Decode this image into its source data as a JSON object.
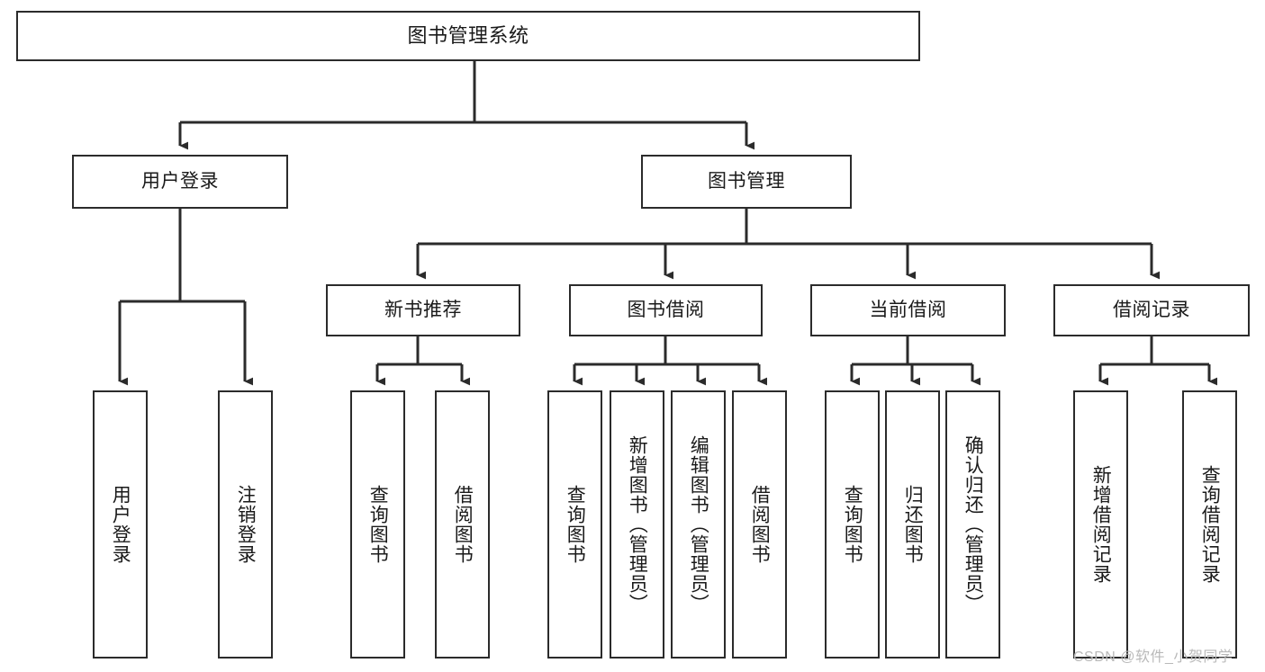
{
  "diagram": {
    "title": "图书管理系统",
    "type": "tree-structure-chart",
    "watermark": "CSDN @软件_小贺同学",
    "line_color": "#2b2b2b",
    "background_color": "#ffffff",
    "text_color": "#1a1a1a",
    "levels": {
      "root": "图书管理系统",
      "level1": [
        "用户登录",
        "图书管理"
      ],
      "level2": [
        "新书推荐",
        "图书借阅",
        "当前借阅",
        "借阅记录"
      ]
    },
    "nodes": {
      "root": {
        "label": "图书管理系统"
      },
      "user_login": {
        "label": "用户登录"
      },
      "book_manage": {
        "label": "图书管理"
      },
      "new_book_rec": {
        "label": "新书推荐"
      },
      "book_borrow": {
        "label": "图书借阅"
      },
      "current_borrow": {
        "label": "当前借阅"
      },
      "borrow_record": {
        "label": "借阅记录"
      }
    },
    "leaves": {
      "user_login": [
        {
          "label": "用户登录"
        },
        {
          "label": "注销登录"
        }
      ],
      "new_book_rec": [
        {
          "label": "查询图书"
        },
        {
          "label": "借阅图书"
        }
      ],
      "book_borrow": [
        {
          "label": "查询图书"
        },
        {
          "label": "新增图书（管理员）"
        },
        {
          "label": "编辑图书（管理员）"
        },
        {
          "label": "借阅图书"
        }
      ],
      "current_borrow": [
        {
          "label": "查询图书"
        },
        {
          "label": "归还图书"
        },
        {
          "label": "确认归还（管理员）"
        }
      ],
      "borrow_record": [
        {
          "label": "新增借阅记录"
        },
        {
          "label": "查询借阅记录"
        }
      ]
    }
  }
}
